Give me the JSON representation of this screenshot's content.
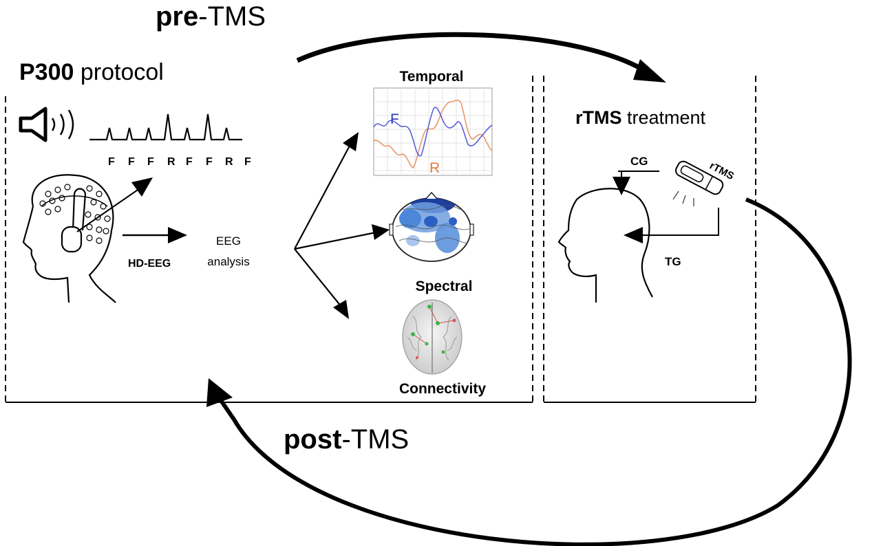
{
  "phases": {
    "pre": {
      "bold": "pre",
      "rest": "-TMS"
    },
    "post": {
      "bold": "post",
      "rest": "-TMS"
    }
  },
  "p300": {
    "title_bold": "P300",
    "title_rest": " protocol",
    "stimulus_sequence": [
      "F",
      "F",
      "F",
      "R",
      "F",
      "F",
      "R",
      "F"
    ],
    "hdeeg_label": "HD-EEG",
    "eeg_line1": "EEG",
    "eeg_line2": "analysis"
  },
  "analysis": {
    "temporal": "Temporal",
    "trace_f": "F",
    "trace_r": "R",
    "spectral": "Spectral",
    "connectivity": "Connectivity"
  },
  "rtms": {
    "title_bold": "rTMS",
    "title_rest": " treatment",
    "cg": "CG",
    "tg": "TG",
    "coil": "rTMS"
  },
  "colors": {
    "frequent_trace": "#5a5fd6",
    "rare_trace": "#e8956a",
    "f_label": "#2b38b8",
    "r_label": "#e07a3a",
    "topomap_blue": "#2b6fc9"
  }
}
